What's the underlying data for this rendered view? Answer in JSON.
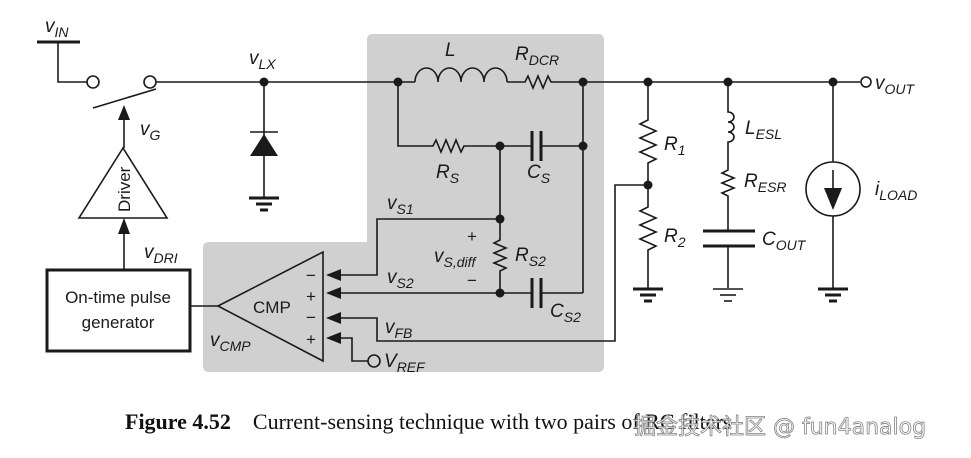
{
  "labels": {
    "vin": {
      "main": "v",
      "sub": "IN"
    },
    "vlx": {
      "main": "v",
      "sub": "LX"
    },
    "vg": {
      "main": "v",
      "sub": "G"
    },
    "vdri": {
      "main": "v",
      "sub": "DRI"
    },
    "vcmp": {
      "main": "v",
      "sub": "CMP"
    },
    "driver": "Driver",
    "pulse_gen_line1": "On-time pulse",
    "pulse_gen_line2": "generator",
    "cmp": "CMP",
    "L": "L",
    "rdcr": {
      "main": "R",
      "sub": "DCR"
    },
    "rs": {
      "main": "R",
      "sub": "S"
    },
    "cs": {
      "main": "C",
      "sub": "S"
    },
    "vs1": {
      "main": "v",
      "sub": "S1"
    },
    "vs2": {
      "main": "v",
      "sub": "S2"
    },
    "vsdiff": {
      "main": "v",
      "sub": "S,diff"
    },
    "rs2": {
      "main": "R",
      "sub": "S2"
    },
    "cs2": {
      "main": "C",
      "sub": "S2"
    },
    "vfb": {
      "main": "v",
      "sub": "FB"
    },
    "vref": {
      "main": "V",
      "sub": "REF"
    },
    "r1": {
      "main": "R",
      "sub": "1"
    },
    "r2": {
      "main": "R",
      "sub": "2"
    },
    "lesl": {
      "main": "L",
      "sub": "ESL"
    },
    "resr": {
      "main": "R",
      "sub": "ESR"
    },
    "cout": {
      "main": "C",
      "sub": "OUT"
    },
    "iload": {
      "main": "i",
      "sub": "LOAD"
    },
    "vout": {
      "main": "v",
      "sub": "OUT"
    },
    "plus": "+",
    "minus": "−"
  },
  "caption": {
    "number": "Figure 4.52",
    "text": "Current-sensing technique with two pairs of RC filters"
  },
  "watermark": "掘金技术社区 @ fun4analog",
  "colors": {
    "shade": "#d0d0d0",
    "ink": "#1a1a1a"
  }
}
